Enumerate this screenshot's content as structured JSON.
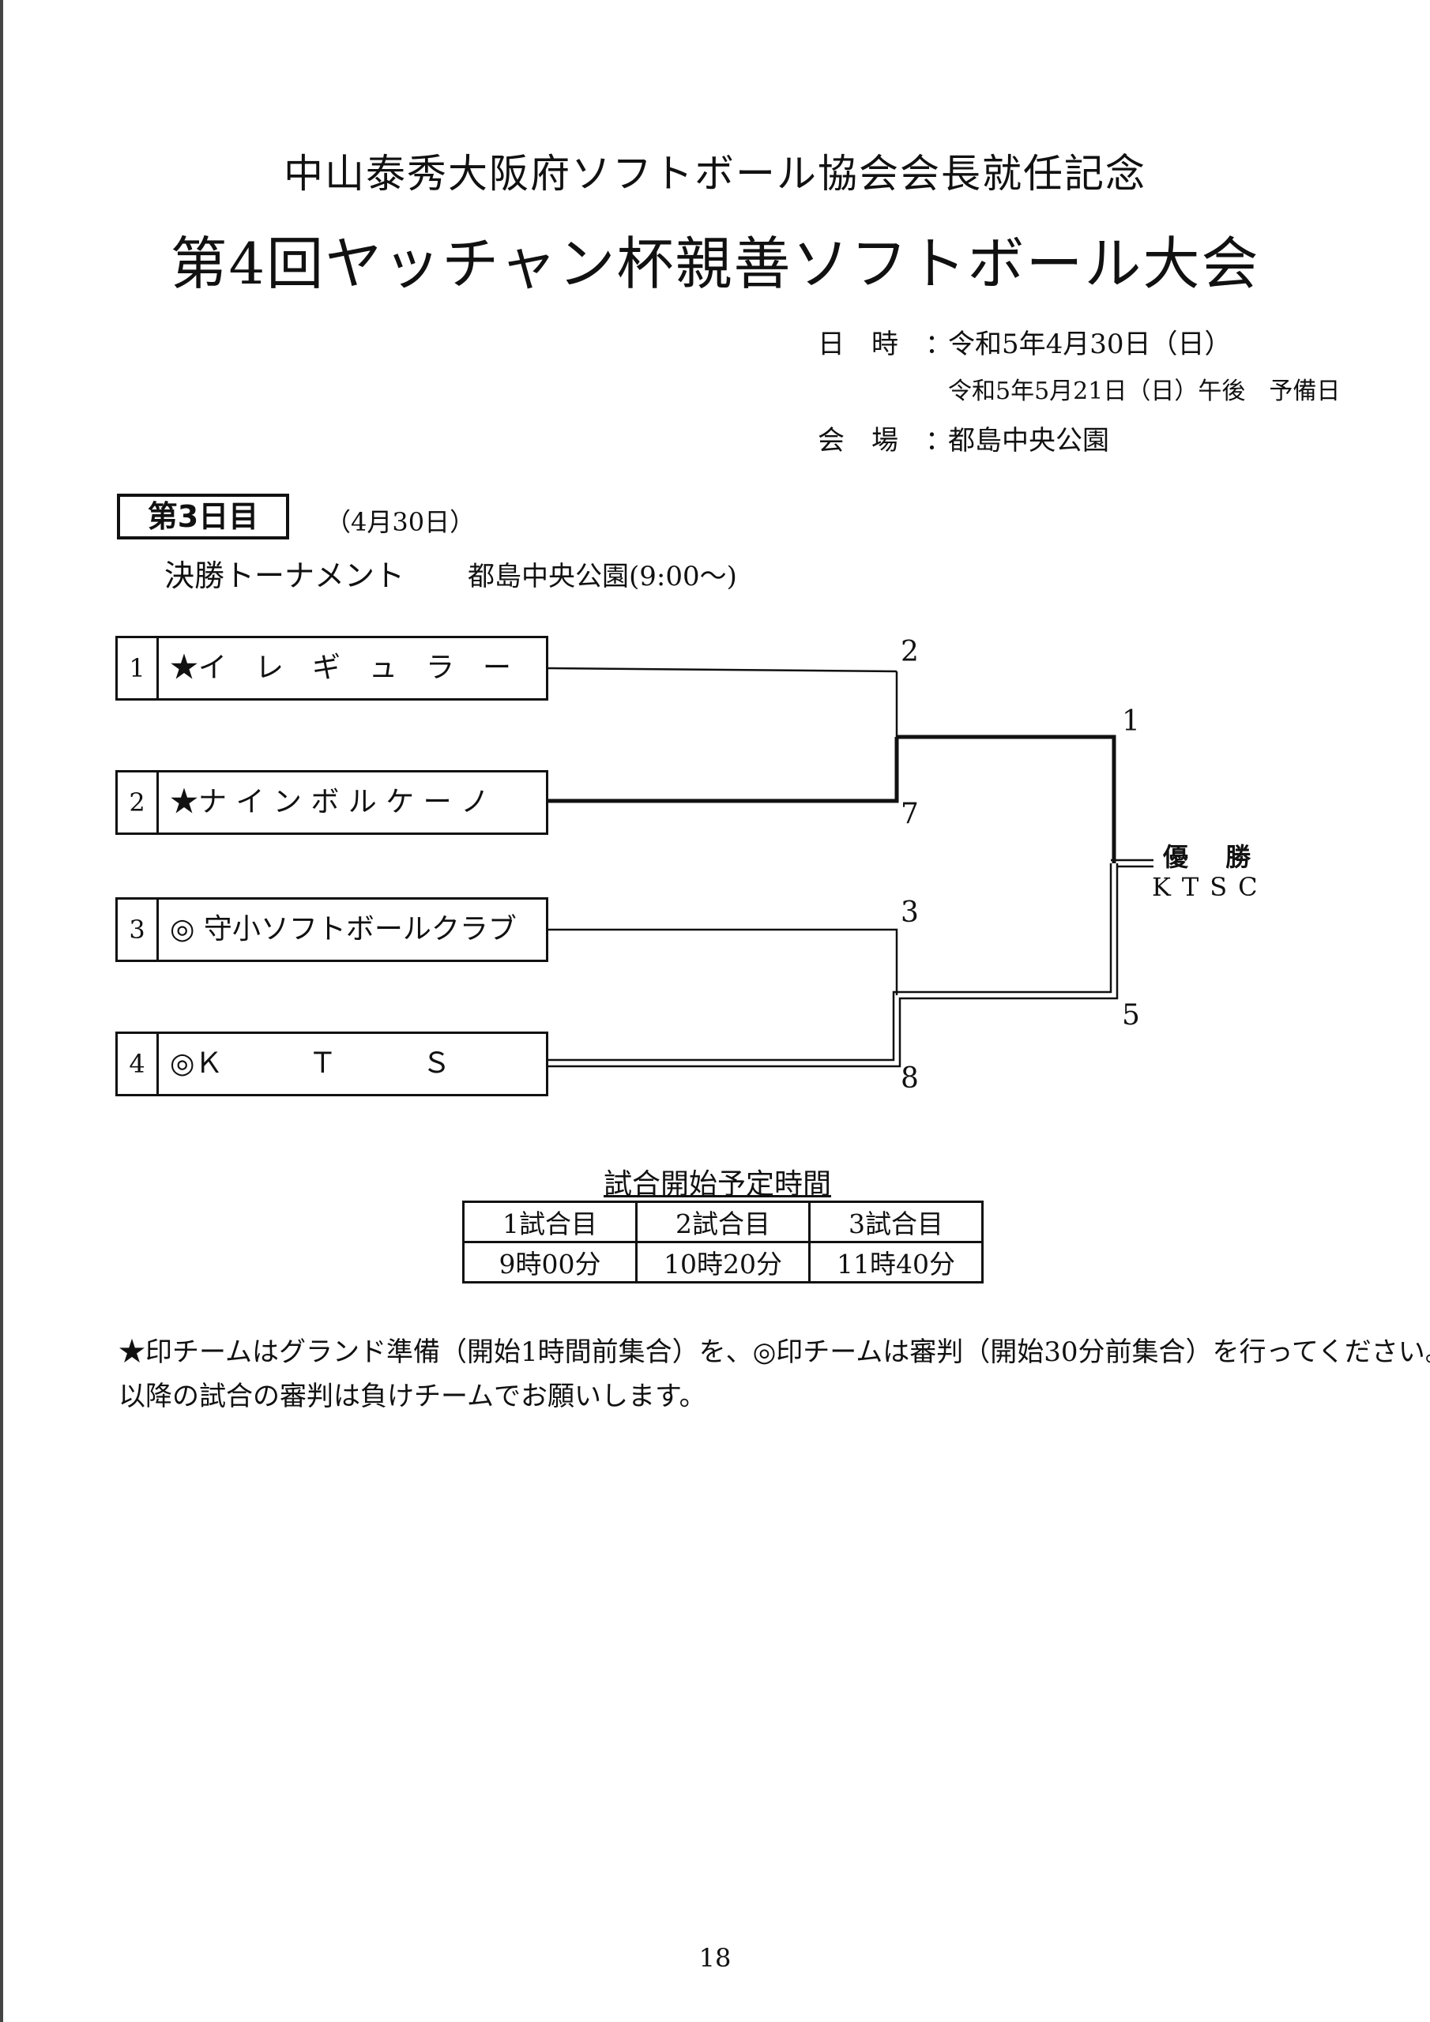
{
  "header": {
    "subtitle": "中山泰秀大阪府ソフトボール協会会長就任記念",
    "title": "第4回ヤッチャン杯親善ソフトボール大会"
  },
  "info": {
    "date_label": "日　時　：",
    "date_value": "令和5年4月30日（日）",
    "reserve_value": "令和5年5月21日（日）午後　予備日",
    "venue_label": "会　場　：",
    "venue_value": "都島中央公園"
  },
  "day": {
    "label": "第3日目",
    "date": "（4月30日）",
    "tournament_title": "決勝トーナメント",
    "venue_time": "都島中央公園(9:00～)"
  },
  "bracket": {
    "teams": [
      {
        "seed": "1",
        "name": "★イ　レ　ギ　ュ　ラ　ー"
      },
      {
        "seed": "2",
        "name": "★ナ イ ン ボ ル ケ ー ノ"
      },
      {
        "seed": "3",
        "name": "◎ 守小ソフトボールクラブ"
      },
      {
        "seed": "4",
        "name": "◎Ｋ　　　Ｔ　　　Ｓ　　　Ｃ"
      }
    ],
    "scores": {
      "semi1_top": "2",
      "semi1_bottom": "7",
      "semi2_top": "3",
      "semi2_bottom": "8",
      "final_top": "1",
      "final_bottom": "5"
    },
    "champion_label": "優 勝",
    "champion_name": "KTSC"
  },
  "schedule": {
    "title": "試合開始予定時間",
    "headers": [
      "1試合目",
      "2試合目",
      "3試合目"
    ],
    "times": [
      "9時00分",
      "10時20分",
      "11時40分"
    ]
  },
  "notes": {
    "line1": "★印チームはグランド準備（開始1時間前集合）を、◎印チームは審判（開始30分前集合）を行ってください。",
    "line2": "以降の試合の審判は負けチームでお願いします。"
  },
  "page_number": "18"
}
